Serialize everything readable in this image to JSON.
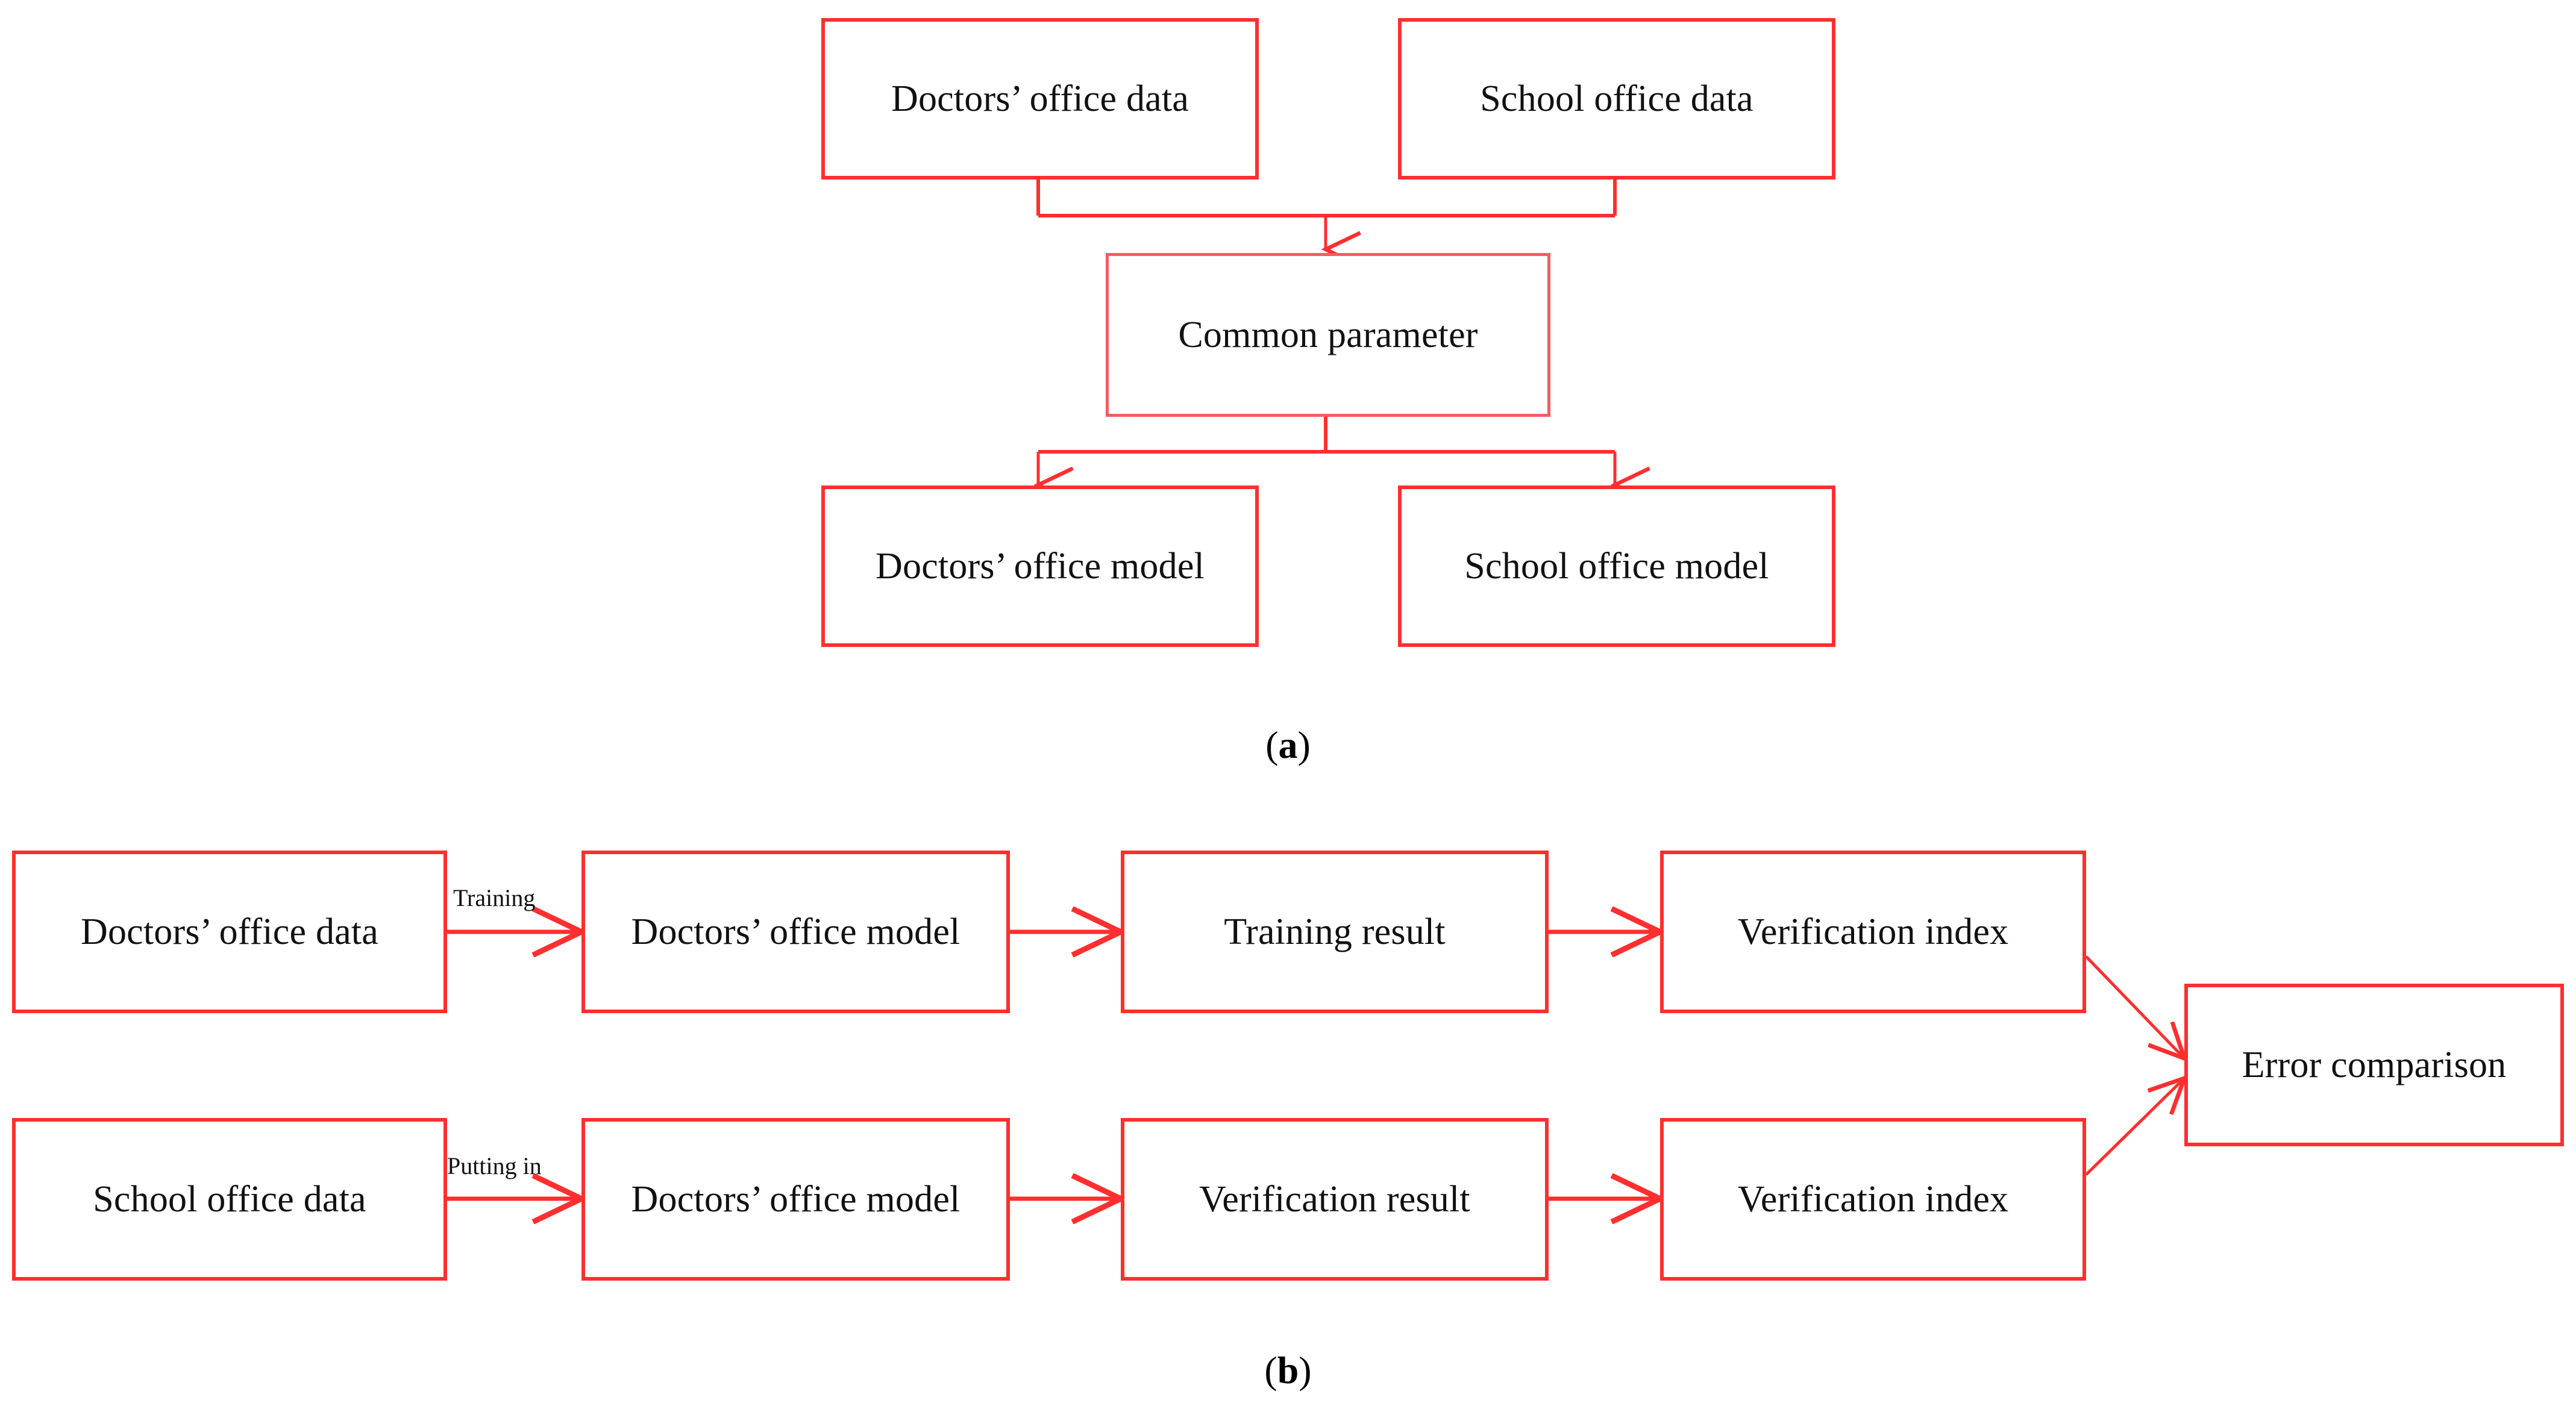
{
  "figure": {
    "type": "flowchart",
    "accent_color": "#ff2f2f",
    "text_color": "#111111",
    "background": "#ffffff"
  },
  "panel_a": {
    "caption_open": "(",
    "caption_letter": "a",
    "caption_close": ")",
    "nodes": {
      "doctors_data": "Doctors’ office data",
      "school_data": "School office data",
      "common_parameter": "Common parameter",
      "doctors_model": "Doctors’ office model",
      "school_model": "School office model"
    },
    "edges": [
      {
        "from": "doctors_data",
        "to": "common_parameter",
        "label": "",
        "style": "orthogonal-merge-arrow"
      },
      {
        "from": "school_data",
        "to": "common_parameter",
        "label": "",
        "style": "orthogonal-merge-arrow"
      },
      {
        "from": "common_parameter",
        "to": "doctors_model",
        "label": "",
        "style": "orthogonal-split-arrow"
      },
      {
        "from": "common_parameter",
        "to": "school_model",
        "label": "",
        "style": "orthogonal-split-arrow"
      }
    ]
  },
  "panel_b": {
    "caption_open": "(",
    "caption_letter": "b",
    "caption_close": ")",
    "top_row": [
      {
        "id": "b-doctors-data",
        "label": "Doctors’ office data"
      },
      {
        "id": "b-doctors-model-top",
        "label": "Doctors’ office model"
      },
      {
        "id": "b-training-result",
        "label": "Training result"
      },
      {
        "id": "b-verification-index-top",
        "label": "Verification index"
      }
    ],
    "bottom_row": [
      {
        "id": "b-school-data",
        "label": "School office data"
      },
      {
        "id": "b-doctors-model-bottom",
        "label": "Doctors’ office model"
      },
      {
        "id": "b-verification-result",
        "label": "Verification result"
      },
      {
        "id": "b-verification-index-bottom",
        "label": "Verification index"
      }
    ],
    "merge_node": {
      "id": "b-error-comparison",
      "label": "Error comparison"
    },
    "edge_labels": {
      "top_first": "Training",
      "bottom_first": "Putting in"
    },
    "edges": [
      {
        "from": "b-doctors-data",
        "to": "b-doctors-model-top",
        "label": "Training"
      },
      {
        "from": "b-doctors-model-top",
        "to": "b-training-result",
        "label": ""
      },
      {
        "from": "b-training-result",
        "to": "b-verification-index-top",
        "label": ""
      },
      {
        "from": "b-verification-index-top",
        "to": "b-error-comparison",
        "label": ""
      },
      {
        "from": "b-school-data",
        "to": "b-doctors-model-bottom",
        "label": "Putting in"
      },
      {
        "from": "b-doctors-model-bottom",
        "to": "b-verification-result",
        "label": ""
      },
      {
        "from": "b-verification-result",
        "to": "b-verification-index-bottom",
        "label": ""
      },
      {
        "from": "b-verification-index-bottom",
        "to": "b-error-comparison",
        "label": ""
      }
    ]
  }
}
